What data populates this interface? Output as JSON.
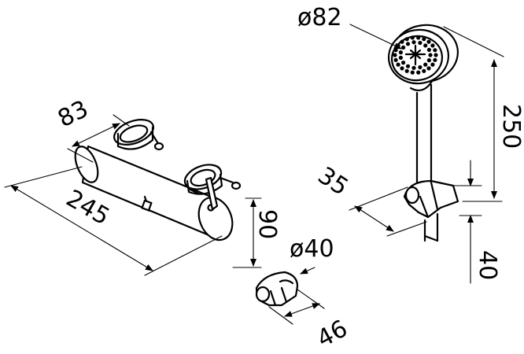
{
  "dimensions": {
    "mixer_depth": "83",
    "mixer_length": "245",
    "mixer_height": "90",
    "handset_diameter": "ø82",
    "handset_length": "250",
    "holder_depth": "35",
    "holder_height": "40",
    "bracket_diameter": "ø40",
    "bracket_width": "46"
  },
  "colors": {
    "line": "#000000",
    "background": "#ffffff"
  }
}
